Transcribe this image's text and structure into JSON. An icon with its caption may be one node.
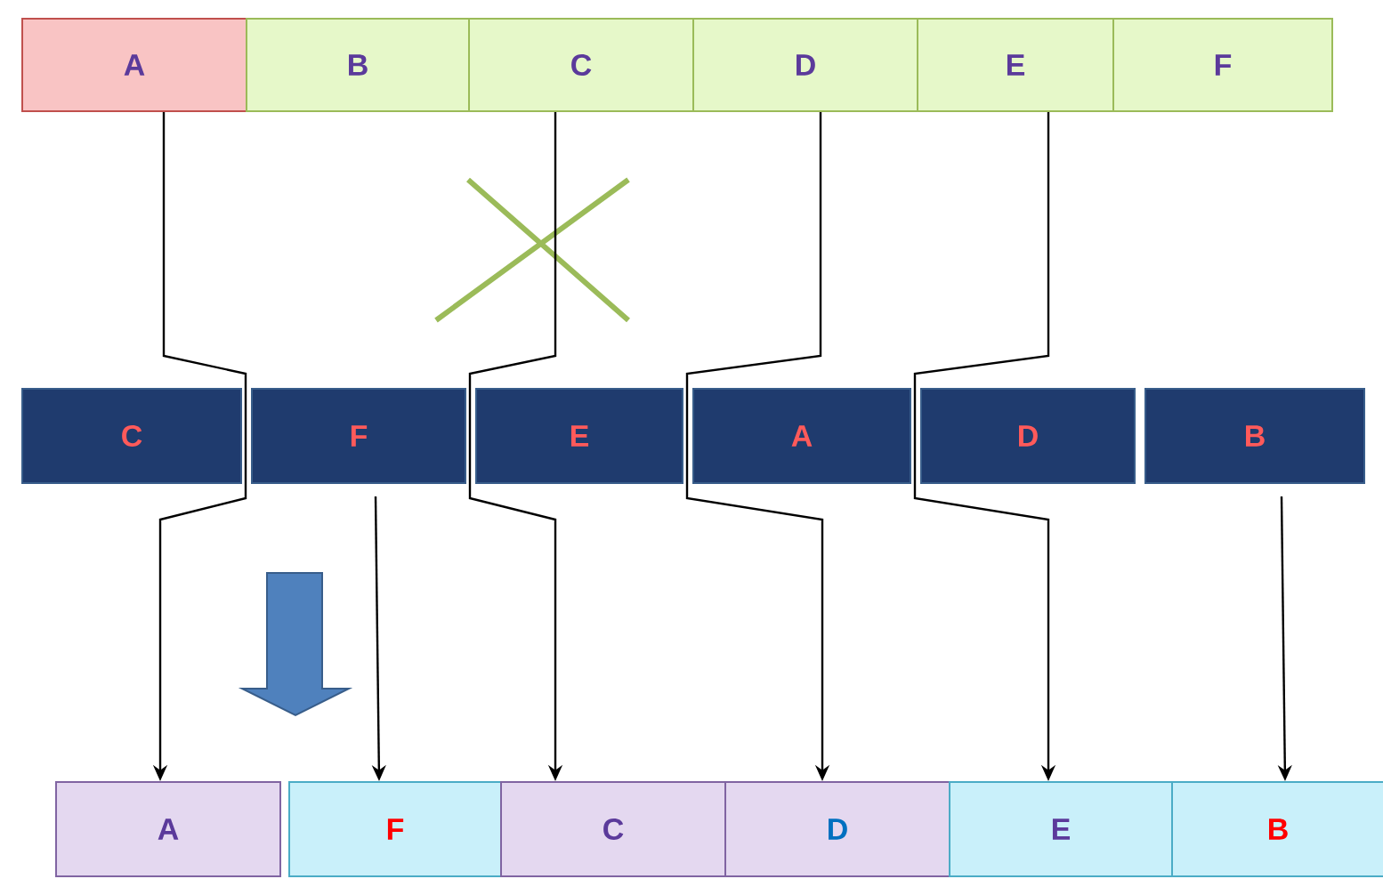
{
  "diagram": {
    "nodes": [
      {
        "text": [
          "A"
        ]
      },
      {
        "text": [
          "B"
        ]
      },
      {
        "text": [
          "C"
        ]
      },
      {
        "text": [
          "D"
        ]
      },
      {
        "text": [
          "E"
        ]
      },
      {
        "text": [
          "F"
        ]
      },
      {
        "text": [
          "C"
        ]
      },
      {
        "text": [
          "F"
        ]
      },
      {
        "text": [
          "E"
        ]
      },
      {
        "text": [
          "A"
        ]
      },
      {
        "text": [
          "D"
        ]
      },
      {
        "text": [
          "B"
        ]
      },
      {
        "text": [
          "A"
        ]
      },
      {
        "text": [
          "F"
        ]
      },
      {
        "text": [
          "C"
        ]
      },
      {
        "text": [
          "D"
        ]
      },
      {
        "text": [
          "E"
        ]
      },
      {
        "text": [
          "B"
        ]
      }
    ],
    "edges": [
      {
        "from": 0,
        "to": 12,
        "arrow": "to"
      },
      {
        "from": 2,
        "to": 14,
        "arrow": "to"
      },
      {
        "from": 3,
        "to": 15,
        "arrow": "to"
      },
      {
        "from": 4,
        "to": 16,
        "arrow": "to"
      },
      {
        "from": 7,
        "to": 13,
        "arrow": "to"
      },
      {
        "from": 11,
        "to": 17,
        "arrow": "to"
      }
    ]
  }
}
